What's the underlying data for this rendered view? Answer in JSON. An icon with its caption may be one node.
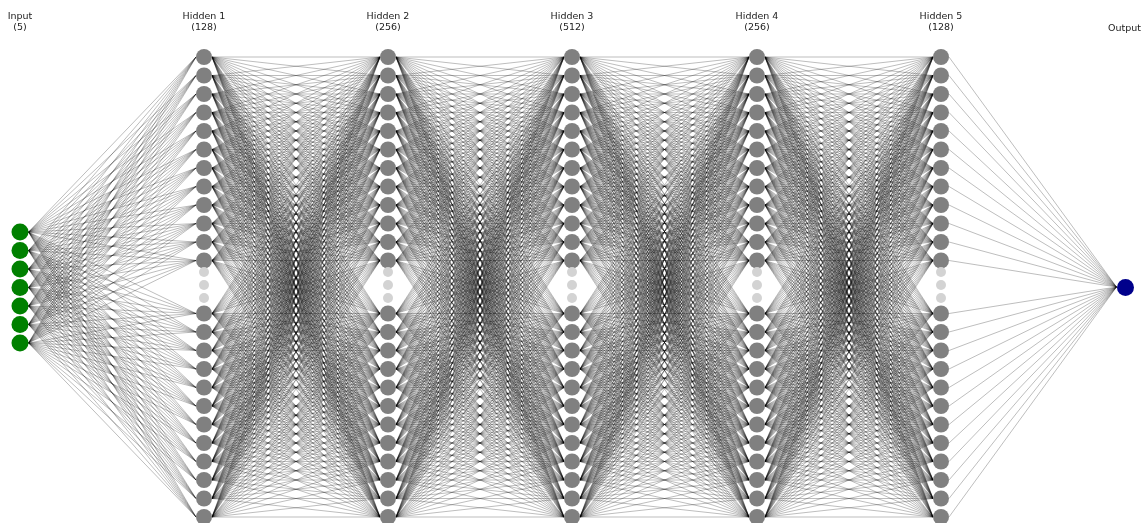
{
  "diagram": {
    "nodes": [
      {
        "text": [
          "Input (5)"
        ]
      },
      {
        "text": [
          "Hidden 1 (128)"
        ]
      },
      {
        "text": [
          "Hidden 2 (256)"
        ]
      },
      {
        "text": [
          "Hidden 3 (512)"
        ]
      },
      {
        "text": [
          "Hidden 4 (256)"
        ]
      },
      {
        "text": [
          "Hidden 5 (128)"
        ]
      },
      {
        "text": [],
        "shape": "circle"
      }
    ],
    "labels": [
      "Output"
    ],
    "edges": [
      {
        "from": 0,
        "to": 1,
        "arrow": "none"
      },
      {
        "from": 1,
        "to": 2,
        "arrow": "none"
      },
      {
        "from": 2,
        "to": 3,
        "arrow": "none"
      },
      {
        "from": 3,
        "to": 4,
        "arrow": "none"
      },
      {
        "from": 4,
        "to": 5,
        "arrow": "none"
      },
      {
        "from": 5,
        "to": 6,
        "arrow": "none"
      }
    ]
  }
}
